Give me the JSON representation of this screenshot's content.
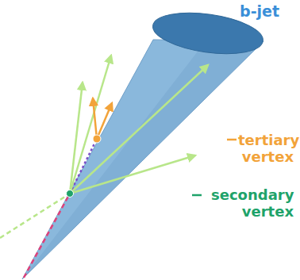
{
  "diagram": {
    "labels": [
      "b-jet",
      "tertiary vertex",
      "secondary vertex"
    ]
  }
}
